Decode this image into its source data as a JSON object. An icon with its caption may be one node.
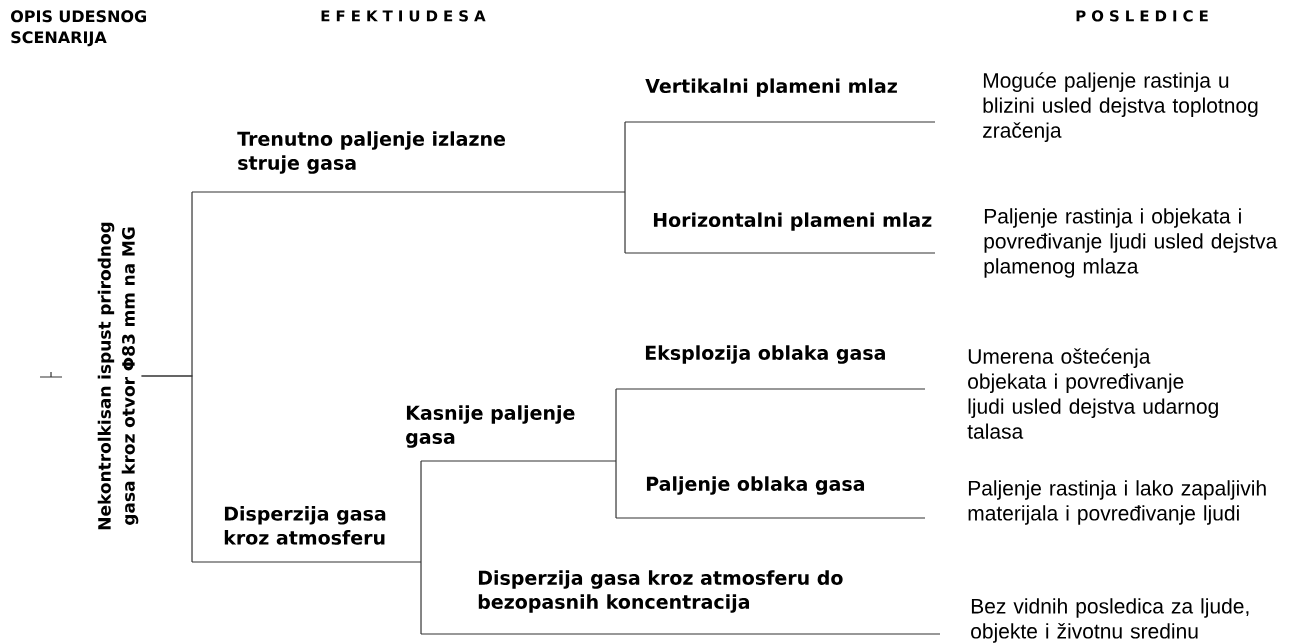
{
  "diagram": {
    "nodes": [
      {
        "text": [
          "Nekontrolkisan ispust prirodnog gasa kroz otvor Φ83 mm na MG"
        ]
      },
      {
        "text": [
          "Trenutno paljenje izlazne struje gasa"
        ]
      },
      {
        "text": [
          "Vertikalni plameni mlaz"
        ]
      },
      {
        "text": [
          "Horizontalni plameni mlaz"
        ]
      },
      {
        "text": [
          "Disperzija gasa kroz atmosferu"
        ]
      },
      {
        "text": [
          "Kasnije paljenje gasa"
        ]
      },
      {
        "text": [
          "Eksplozija oblaka gasa"
        ]
      },
      {
        "text": [
          "Paljenje oblaka gasa"
        ]
      },
      {
        "text": [
          "Disperzija gasa kroz atmosferu do bezopasnih koncentracija"
        ]
      }
    ],
    "edges": [
      {
        "from": 0,
        "to": 1,
        "arrow": "none"
      },
      {
        "from": 0,
        "to": 4,
        "arrow": "none"
      },
      {
        "from": 1,
        "to": 2,
        "arrow": "none"
      },
      {
        "from": 1,
        "to": 3,
        "arrow": "none"
      },
      {
        "from": 4,
        "to": 5,
        "arrow": "none"
      },
      {
        "from": 4,
        "to": 8,
        "arrow": "none"
      },
      {
        "from": 5,
        "to": 6,
        "arrow": "none"
      },
      {
        "from": 5,
        "to": 7,
        "arrow": "none"
      }
    ],
    "labels": [
      "OPIS UDESNOG SCENARIJA",
      "E F E K T I U D E S A",
      "P O S L E D I C E",
      "Moguće paljenje rastinja u blizini usled dejstva toplotnog zračenja",
      "Paljenje rastinja i objekata i povređivanje ljudi usled dejstva plamenog mlaza",
      "Umerena oštećenja objekata i povređivanje ljudi usled dejstva udarnog talasa",
      "Paljenje rastinja i lako zapaljivih materijala i povređivanje ljudi",
      "Bez vidnih posledica za ljude, objekte i životnu sredinu"
    ]
  }
}
